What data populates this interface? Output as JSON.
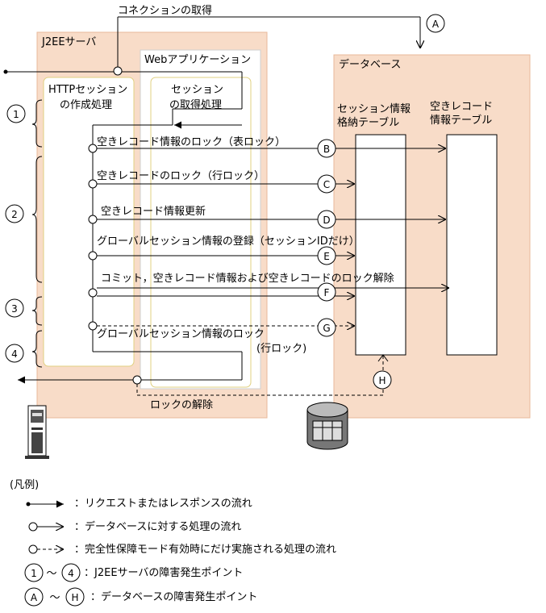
{
  "title_connection": "コネクションの取得",
  "j2ee": {
    "label": "J2EEサーバ",
    "http_session_line1": "HTTPセッション",
    "http_session_line2": "の作成処理",
    "webapp": {
      "label": "Webアプリケーション",
      "session_line1": "セッション",
      "session_line2": "の取得処理"
    }
  },
  "database": {
    "label": "データベース",
    "table_session_line1": "セッション情報",
    "table_session_line2": "格納テーブル",
    "table_free_line1": "空きレコード",
    "table_free_line2": "情報テーブル"
  },
  "steps": {
    "lock_table": "空きレコード情報のロック（表ロック）",
    "lock_row": "空きレコードのロック（行ロック）",
    "update": "空きレコード情報更新",
    "register": "グローバルセッション情報の登録（セッションIDだけ）",
    "commit": "コミット，空きレコード情報および空きレコードのロック解除",
    "global_lock_line1": "グローバルセッション情報のロック",
    "global_lock_line2": "(行ロック)",
    "unlock": "ロックの解除"
  },
  "db_points": [
    "A",
    "B",
    "C",
    "D",
    "E",
    "F",
    "G",
    "H"
  ],
  "server_points": [
    "1",
    "2",
    "3",
    "4"
  ],
  "legend": {
    "title": "(凡例)",
    "request": "：リクエストまたはレスポンスの流れ",
    "db_flow": "：データベースに対する処理の流れ",
    "integrity_flow": "：完全性保障モード有効時にだけ実施される処理の流れ",
    "server_range_from": "1",
    "server_range_to": "4",
    "server_points": "：J2EEサーバの障害発生ポイント",
    "db_range_from": "A",
    "db_range_to": "H",
    "db_points": "：データベースの障害発生ポイント"
  },
  "colors": {
    "region_fill": "#f8dcc8",
    "region_stroke": "#e8b89a",
    "inner_box_stroke": "#e0d080"
  }
}
